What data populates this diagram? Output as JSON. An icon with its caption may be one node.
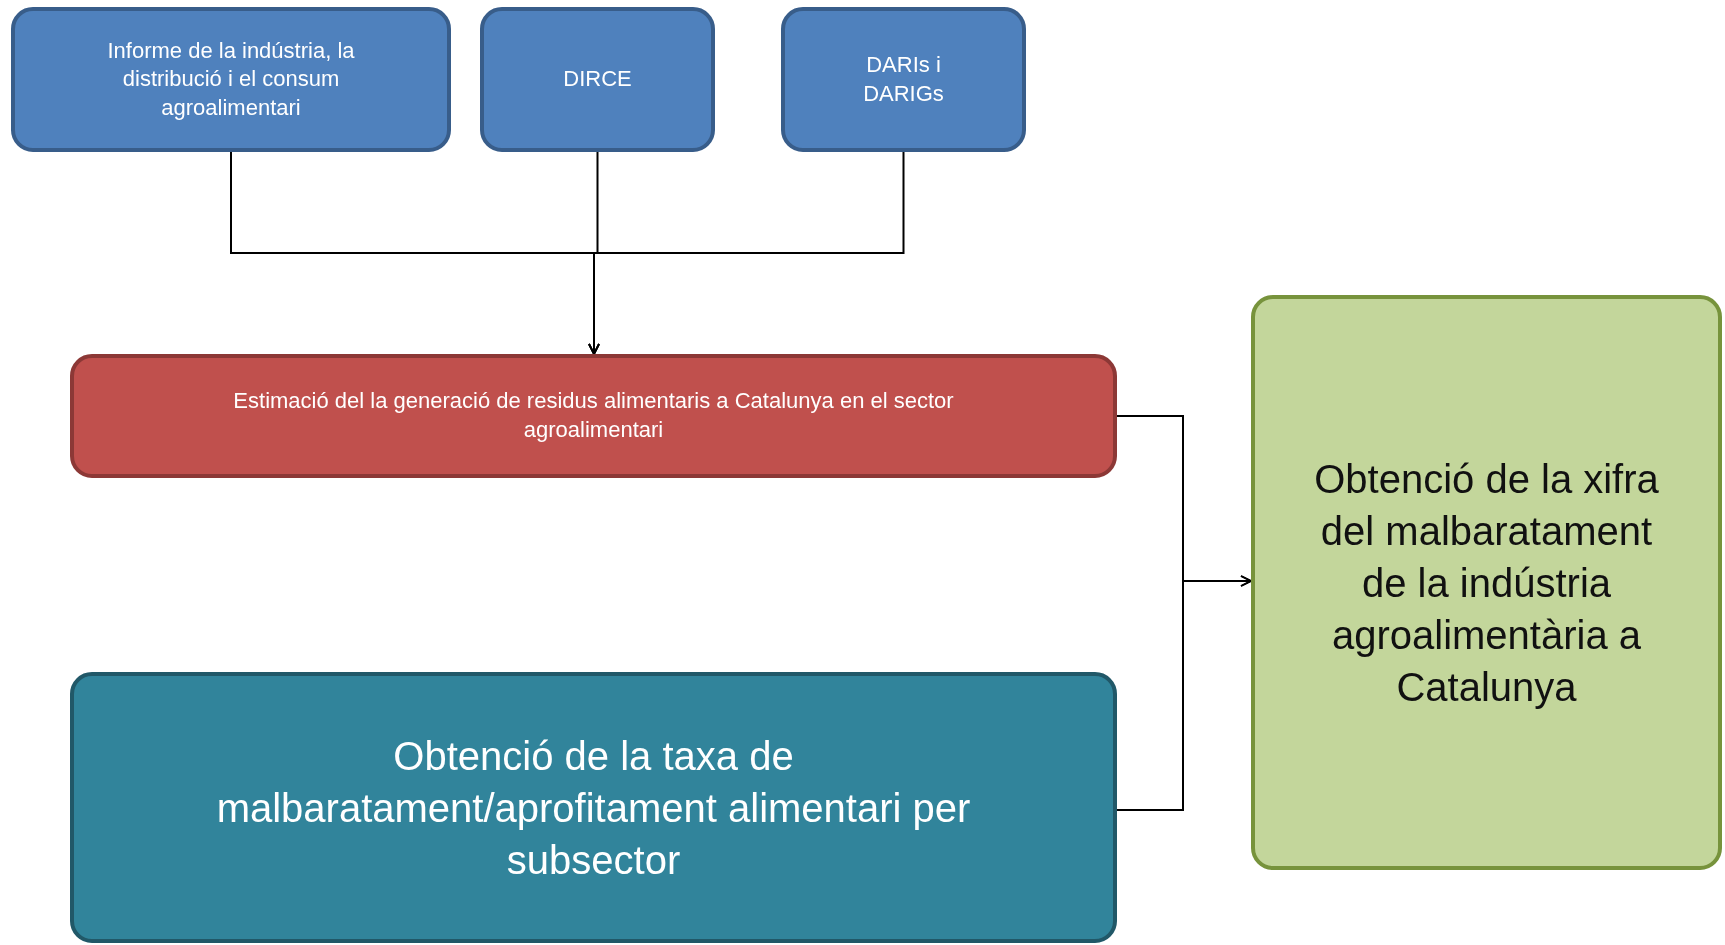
{
  "diagram": {
    "nodes": [
      {
        "text": [
          "Informe de la indústria, la distribució i el consum agroalimentari"
        ]
      },
      {
        "text": [
          "DIRCE"
        ]
      },
      {
        "text": [
          "DARIs i DARIGs"
        ]
      },
      {
        "text": [
          "Estimació del la generació de residus alimentaris a Catalunya en el sector agroalimentari"
        ]
      },
      {
        "text": [
          "Obtenció de la taxa de malbaratament/aprofitament alimentari per subsector"
        ]
      },
      {
        "text": [
          "Obtenció de la xifra del malbaratament de la indústria agroalimentària a Catalunya"
        ]
      }
    ],
    "edges": [
      {
        "from": 0,
        "to": 3,
        "arrow": "to"
      },
      {
        "from": 1,
        "to": 3,
        "arrow": "to"
      },
      {
        "from": 2,
        "to": 3,
        "arrow": "to"
      },
      {
        "from": 3,
        "to": 5,
        "arrow": "to"
      },
      {
        "from": 4,
        "to": 5,
        "arrow": "to"
      }
    ]
  }
}
